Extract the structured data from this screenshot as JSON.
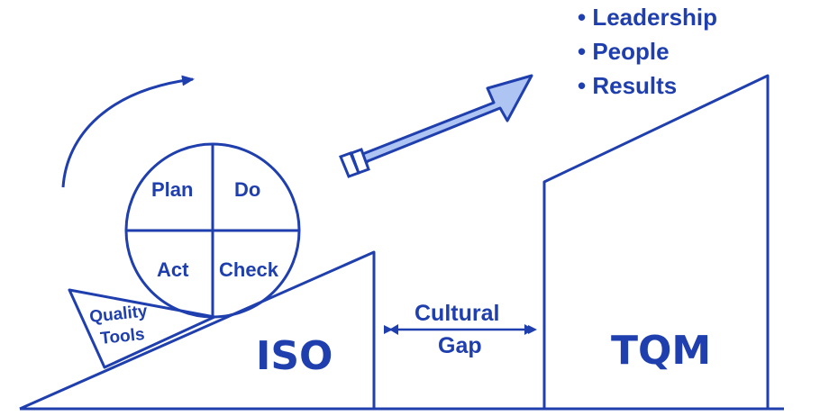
{
  "bullets": [
    "• Leadership",
    "• People",
    "• Results"
  ],
  "pdca": {
    "plan": "Plan",
    "do": "Do",
    "act": "Act",
    "check": "Check"
  },
  "quality_tools": {
    "line1": "Quality",
    "line2": "Tools"
  },
  "iso_label": "ISO",
  "tqm_label": "TQM",
  "gap": {
    "line1": "Cultural",
    "line2": "Gap"
  },
  "colors": {
    "ink": "#1f3fae",
    "arrow_fill": "#aec4f2",
    "background": "#ffffff"
  }
}
